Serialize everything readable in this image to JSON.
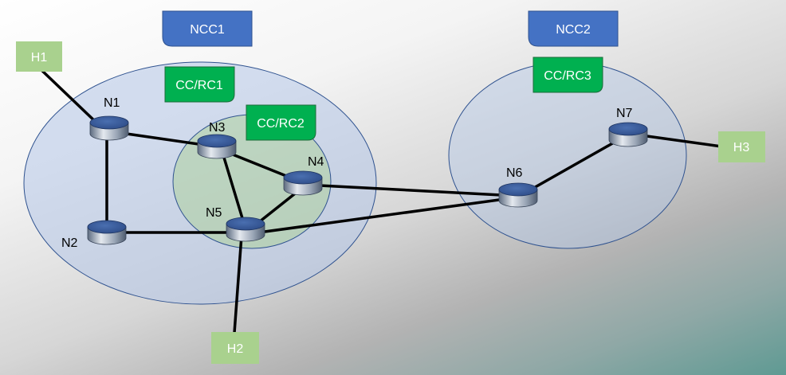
{
  "controllers": {
    "ncc1": "NCC1",
    "ncc2": "NCC2",
    "cc_rc1": "CC/RC1",
    "cc_rc2": "CC/RC2",
    "cc_rc3": "CC/RC3"
  },
  "nodes": {
    "n1": "N1",
    "n2": "N2",
    "n3": "N3",
    "n4": "N4",
    "n5": "N5",
    "n6": "N6",
    "n7": "N7"
  },
  "hosts": {
    "h1": "H1",
    "h2": "H2",
    "h3": "H3"
  },
  "colors": {
    "ncc_box": "#4472c4",
    "cc_rc_box": "#00b050",
    "host_box": "#a9d18e",
    "domain_fill": "#b4c7e7",
    "subdomain_fill": "#a9d18e",
    "link": "#000000"
  }
}
